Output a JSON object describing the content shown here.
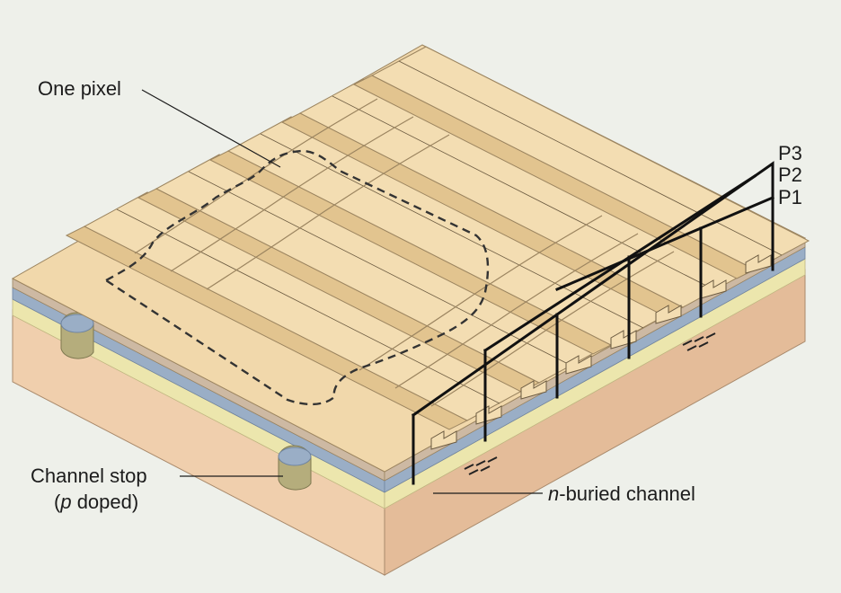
{
  "labels": {
    "one_pixel": "One pixel",
    "p3": "P3",
    "p2": "P2",
    "p1": "P1",
    "channel_stop_line1": "Channel stop",
    "channel_stop_line2_prefix": "(",
    "channel_stop_line2_italic": "p",
    "channel_stop_line2_suffix": " doped)",
    "buried_channel_italic": "n",
    "buried_channel_rest": "-buried channel"
  },
  "colors": {
    "background": "#eef0ea",
    "electrode_top": "#f3ddb2",
    "electrode_side": "#e2c48f",
    "electrode_edge": "#9c8560",
    "oxide_gray": "#cdb9a3",
    "blue_layer": "#9aaec6",
    "buried_yellow": "#ece6ad",
    "substrate": "#f0cfad",
    "substrate_right": "#e4bc99",
    "wire": "#111111",
    "dashed_outline": "#333333",
    "channel_stop": "#b5ad7c"
  }
}
